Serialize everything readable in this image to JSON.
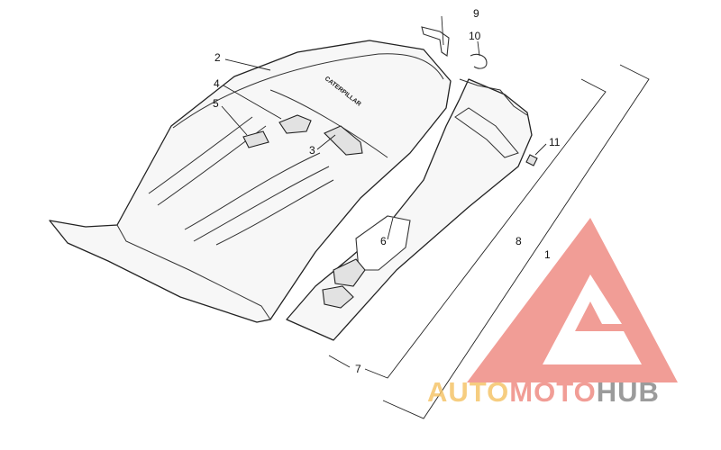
{
  "callouts": {
    "c1": "1",
    "c2": "2",
    "c3": "3",
    "c4": "4",
    "c5": "5",
    "c6": "6",
    "c7": "7",
    "c8": "8",
    "c9": "9",
    "c10": "10",
    "c11": "11"
  },
  "seat_brand_text": "CATERPILLAR",
  "watermark": {
    "part1": "AUTO",
    "part2": "MOTO",
    "part3": "HUB",
    "colors": {
      "auto": "#f5c56a",
      "moto": "#ef8c84",
      "hub": "#8a8a8a",
      "logo": "#ef8c84"
    }
  }
}
